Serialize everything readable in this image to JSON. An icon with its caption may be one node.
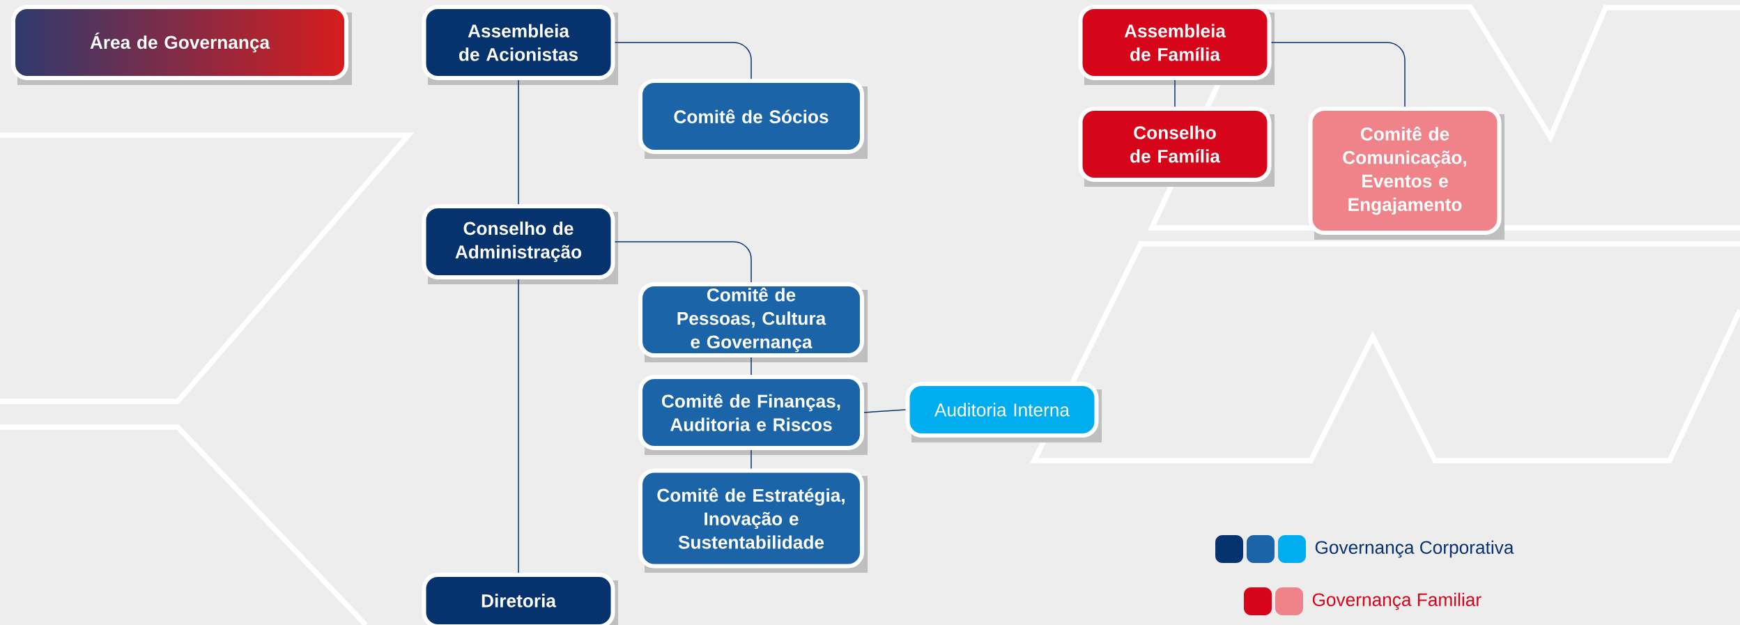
{
  "diagram": {
    "nodes": [
      {
        "text": [
          "Área de Governança"
        ]
      },
      {
        "text": [
          "Assembleia de Acionistas"
        ]
      },
      {
        "text": [
          "Comitê de Sócios"
        ]
      },
      {
        "text": [
          "Conselho de Administração"
        ]
      },
      {
        "text": [
          "Comitê de Pessoas, Cultura e Governança"
        ]
      },
      {
        "text": [
          "Comitê de Finanças, Auditoria e Riscos"
        ]
      },
      {
        "text": [
          "Auditoria Interna"
        ]
      },
      {
        "text": [
          "Comitê de Estratégia, Inovação e Sustentabilidade"
        ]
      },
      {
        "text": [
          "Diretoria"
        ]
      },
      {
        "text": [
          "Assembleia de Família"
        ]
      },
      {
        "text": [
          "Conselho de Família"
        ]
      },
      {
        "text": [
          "Comitê de Comunicação, Eventos e Engajamento"
        ]
      }
    ],
    "edges": [
      {
        "from": 1,
        "to": 2,
        "arrow": "none"
      },
      {
        "from": 1,
        "to": 3,
        "arrow": "none"
      },
      {
        "from": 3,
        "to": 4,
        "arrow": "none"
      },
      {
        "from": 4,
        "to": 5,
        "arrow": "none"
      },
      {
        "from": 5,
        "to": 6,
        "arrow": "none"
      },
      {
        "from": 5,
        "to": 7,
        "arrow": "none"
      },
      {
        "from": 3,
        "to": 8,
        "arrow": "none"
      },
      {
        "from": 9,
        "to": 10,
        "arrow": "none"
      },
      {
        "from": 9,
        "to": 11,
        "arrow": "none"
      }
    ],
    "legend": [
      {
        "text": "Governança Corporativa",
        "color": "#06336e"
      },
      {
        "text": "Governança Familiar",
        "color": "#d7051a"
      }
    ]
  }
}
